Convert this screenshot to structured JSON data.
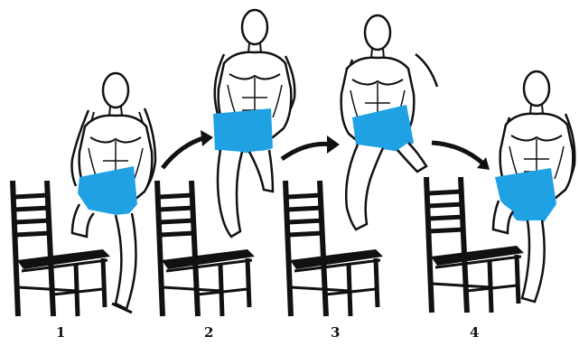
{
  "steps": [
    {
      "number": "1"
    },
    {
      "number": "2"
    },
    {
      "number": "3"
    },
    {
      "number": "4"
    }
  ],
  "colors": {
    "shorts": "#1fa1e3",
    "ink": "#111111",
    "background": "#ffffff"
  }
}
